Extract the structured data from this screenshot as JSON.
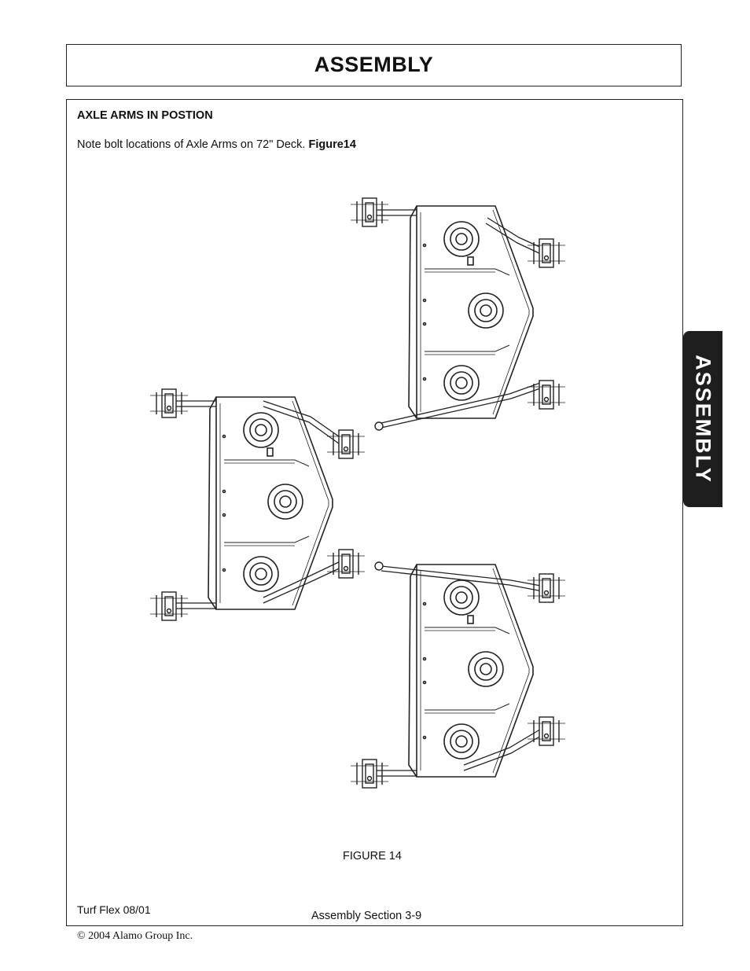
{
  "header": {
    "title": "ASSEMBLY"
  },
  "section": {
    "heading": "AXLE ARMS IN POSTION",
    "note_text": "Note bolt locations of Axle Arms on 72\" Deck. ",
    "note_ref": "Figure14"
  },
  "figure": {
    "caption": "FIGURE 14"
  },
  "side_tab": {
    "label": "ASSEMBLY"
  },
  "footer": {
    "left": "Turf Flex 08/01",
    "center": "Assembly  Section   3-9",
    "copyright": "© 2004 Alamo Group Inc."
  }
}
